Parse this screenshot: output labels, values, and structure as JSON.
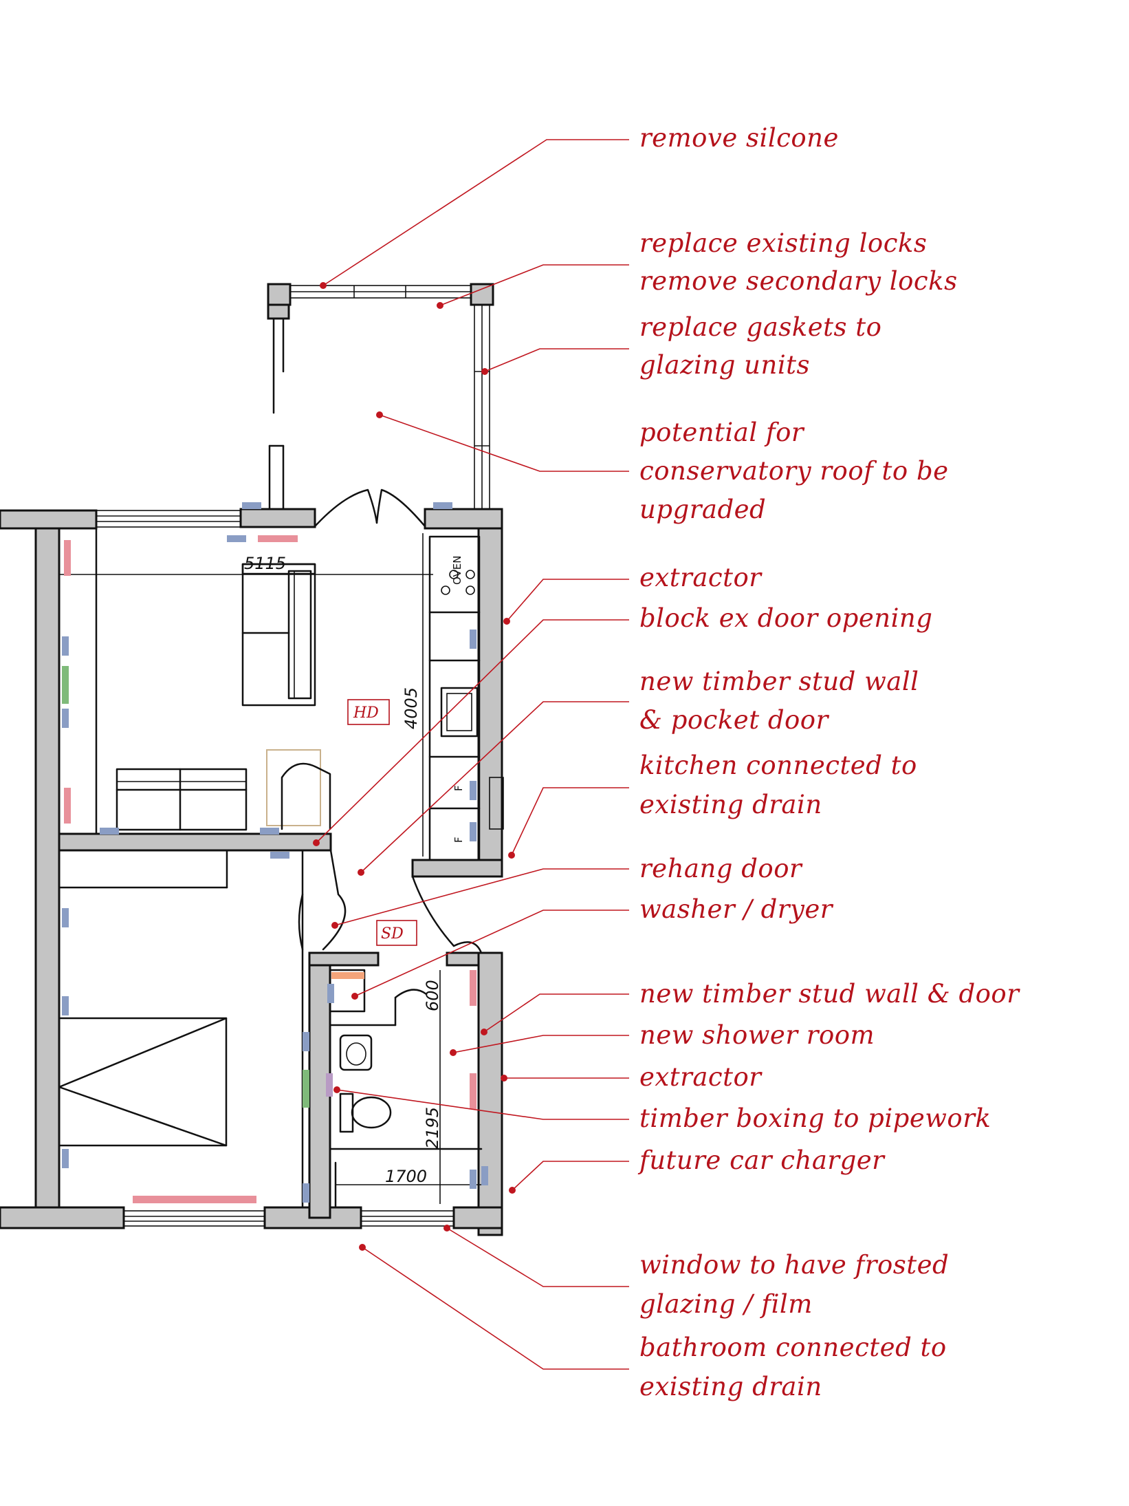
{
  "annotations": [
    {
      "id": "remove-silicone",
      "lines": [
        "remove silcone"
      ]
    },
    {
      "id": "replace-locks",
      "lines": [
        "replace existing locks",
        "remove secondary locks"
      ]
    },
    {
      "id": "replace-gaskets",
      "lines": [
        "replace gaskets to",
        "glazing units"
      ]
    },
    {
      "id": "conservatory-roof",
      "lines": [
        "potential for",
        "conservatory roof to be",
        "upgraded"
      ]
    },
    {
      "id": "extractor-kitchen",
      "lines": [
        "extractor"
      ]
    },
    {
      "id": "block-door",
      "lines": [
        "block ex door opening"
      ]
    },
    {
      "id": "stud-wall-pocket",
      "lines": [
        "new timber stud wall",
        "& pocket door"
      ]
    },
    {
      "id": "kitchen-drain",
      "lines": [
        "kitchen connected to",
        "existing drain"
      ]
    },
    {
      "id": "rehang-door",
      "lines": [
        "rehang door"
      ]
    },
    {
      "id": "washer-dryer",
      "lines": [
        "washer / dryer"
      ]
    },
    {
      "id": "stud-wall-door",
      "lines": [
        "new timber stud wall & door"
      ]
    },
    {
      "id": "shower-room",
      "lines": [
        "new shower room"
      ]
    },
    {
      "id": "extractor-shower",
      "lines": [
        "extractor"
      ]
    },
    {
      "id": "timber-boxing",
      "lines": [
        "timber boxing to pipework"
      ]
    },
    {
      "id": "car-charger",
      "lines": [
        "future car charger"
      ]
    },
    {
      "id": "frosted-window",
      "lines": [
        "window to have frosted",
        "glazing / film"
      ]
    },
    {
      "id": "bathroom-drain",
      "lines": [
        "bathroom connected to",
        "existing drain"
      ]
    }
  ],
  "plan": {
    "dim_5115": "5115",
    "dim_4005": "4005",
    "dim_600": "600",
    "dim_2195": "2195",
    "dim_1700": "1700",
    "tag_hd": "HD",
    "tag_sd": "SD",
    "oven_label": "OVEN",
    "fridge_label_1": "F",
    "fridge_label_2": "F"
  },
  "colors": {
    "annotation": "#b5121b",
    "wall_fill": "#c4c4c4",
    "marker_blue": "#8a9dc4",
    "marker_red": "#e8909a",
    "marker_green": "#7fba7a",
    "marker_orange": "#f4a47a",
    "marker_purple": "#b89ac4"
  }
}
